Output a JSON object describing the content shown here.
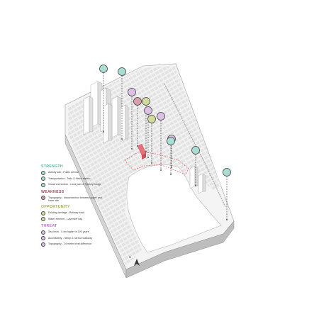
{
  "colors": {
    "strength": "#7fc7b8",
    "weakness": "#b5536a",
    "opportunity": "#b6c26a",
    "threat": "#c89ad2",
    "site": "#e8707a"
  },
  "legend": {
    "sections": [
      {
        "key": "strength",
        "title": "STRENGTH",
        "color": "#5bb3a3",
        "fill": "#a9ddd2",
        "items": [
          "Activity site - Public art trail",
          "Transportation - Train & Metro station",
          "Visual connection - Luna park & Sydney bridge"
        ]
      },
      {
        "key": "weakness",
        "title": "WEAKNESS",
        "color": "#a8455c",
        "fill": "#d7a0ad",
        "items": [
          "Topography - disconnection between upper and lower site"
        ]
      },
      {
        "key": "opportunity",
        "title": "OPPORTUNITY",
        "color": "#a2ae4f",
        "fill": "#d3db9c",
        "items": [
          "Existing heritage - Railway track",
          "Water element - Lavender bay"
        ]
      },
      {
        "key": "threat",
        "title": "THREAT",
        "color": "#b07cc0",
        "fill": "#dcc0e6",
        "items": [
          "Sea level - 0.4m higher in 100 years",
          "Accessibility - Steep & narrow walkway",
          "Topography - 24 meter level difference"
        ]
      }
    ]
  },
  "markers": [
    {
      "type": "strength"
    },
    {
      "type": "strength"
    },
    {
      "type": "threat"
    },
    {
      "type": "weakness"
    },
    {
      "type": "opportunity"
    },
    {
      "type": "threat"
    },
    {
      "type": "threat"
    },
    {
      "type": "opportunity"
    },
    {
      "type": "threat"
    },
    {
      "type": "strength"
    },
    {
      "type": "strength"
    },
    {
      "type": "strength"
    }
  ],
  "north_label": "N"
}
